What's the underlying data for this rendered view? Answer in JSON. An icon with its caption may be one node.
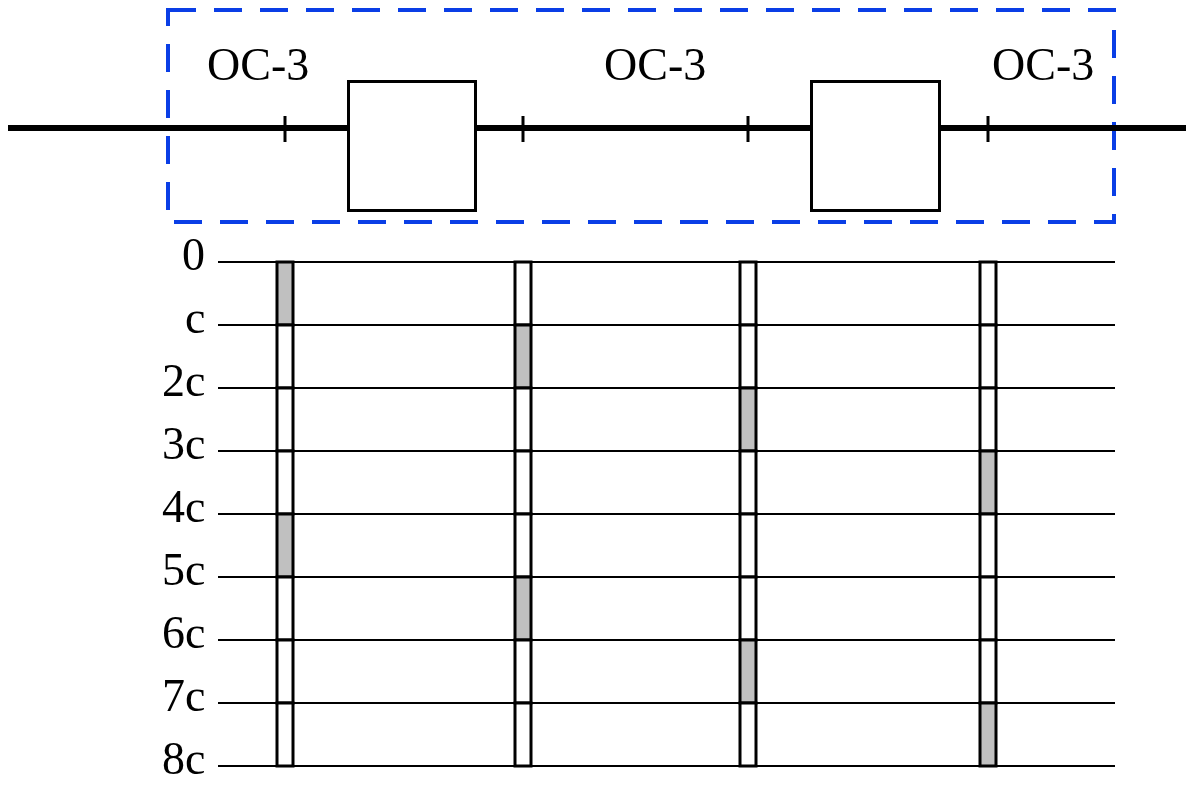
{
  "diagram": {
    "nodes": [
      {
        "text": [],
        "shape": "box"
      },
      {
        "text": [],
        "shape": "box",
        "in": 0
      },
      {
        "text": [],
        "shape": "box",
        "in": 0
      }
    ],
    "edges": [
      {
        "from": null,
        "to": 1,
        "arrow": "none"
      },
      {
        "from": 1,
        "to": 2,
        "arrow": "none"
      },
      {
        "from": 2,
        "to": null,
        "arrow": "none"
      }
    ],
    "labels": [
      "OC-3",
      "OC-3",
      "OC-3",
      "0",
      "c",
      "2c",
      "3c",
      "4c",
      "5c",
      "6c",
      "7c",
      "8c"
    ]
  }
}
